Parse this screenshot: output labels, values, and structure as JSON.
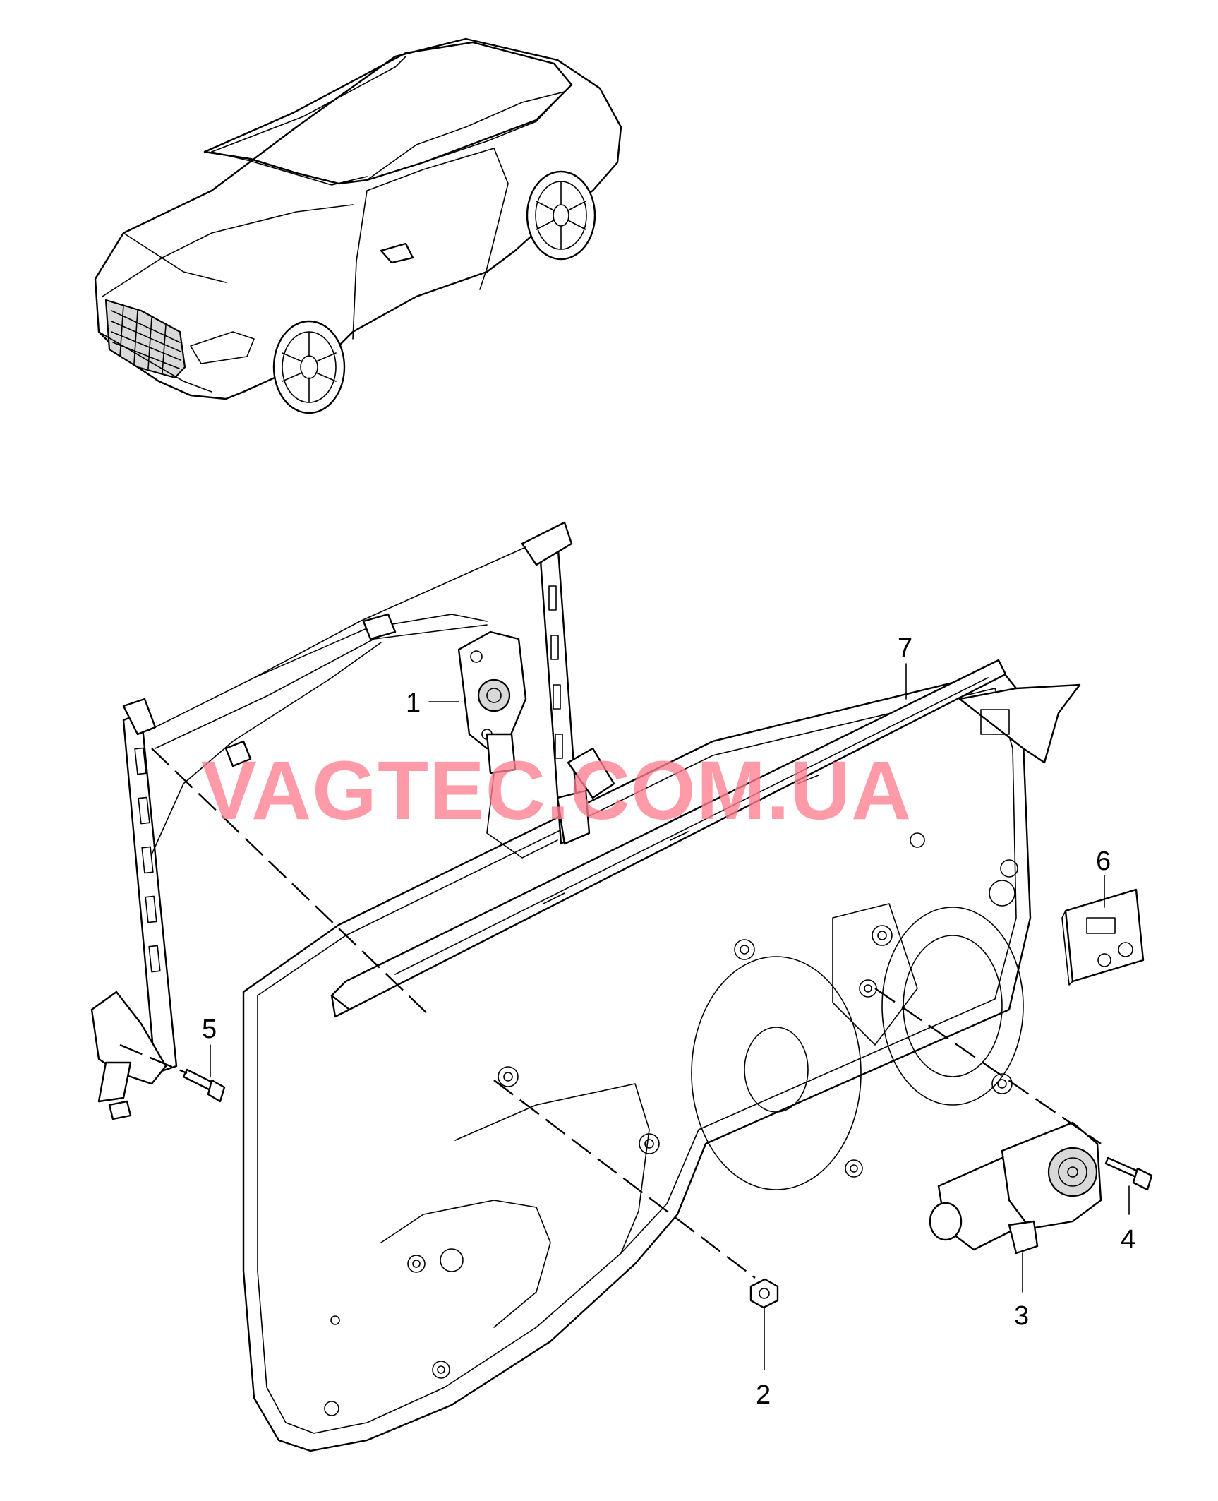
{
  "watermark": "VAGTEC.COM.UA",
  "callouts": [
    "1",
    "2",
    "3",
    "4",
    "5",
    "6",
    "7"
  ]
}
